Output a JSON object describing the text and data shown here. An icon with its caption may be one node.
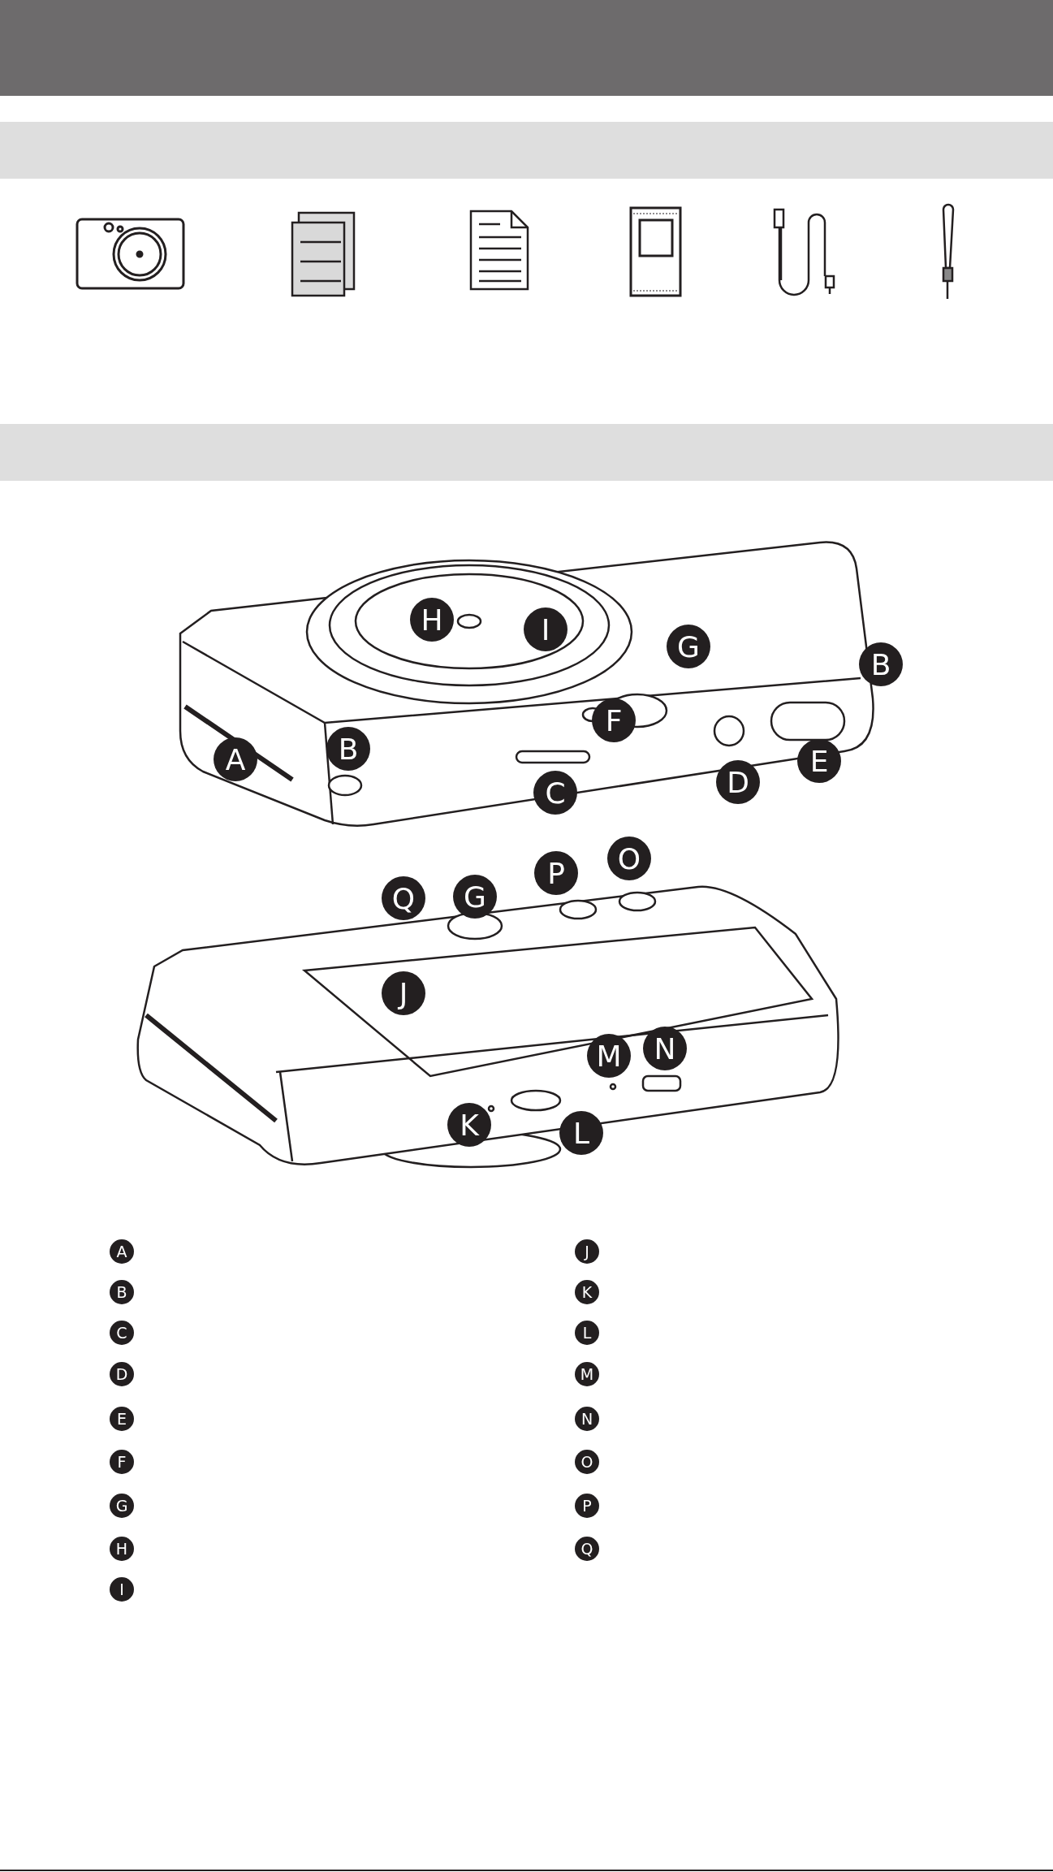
{
  "diagram": {
    "nodes": [
      {
        "text": [],
        "shape": "bar"
      },
      {
        "text": [],
        "shape": "bar"
      },
      {
        "text": [],
        "shape": "bar"
      }
    ],
    "labels": [
      "H",
      "I",
      "G",
      "B",
      "F",
      "A",
      "B",
      "D",
      "E",
      "C",
      "O",
      "P",
      "Q",
      "G",
      "J",
      "M",
      "N",
      "K",
      "L",
      "A",
      "J",
      "B",
      "K",
      "C",
      "L",
      "D",
      "M",
      "E",
      "N",
      "F",
      "O",
      "G",
      "P",
      "H",
      "Q",
      "I"
    ]
  }
}
